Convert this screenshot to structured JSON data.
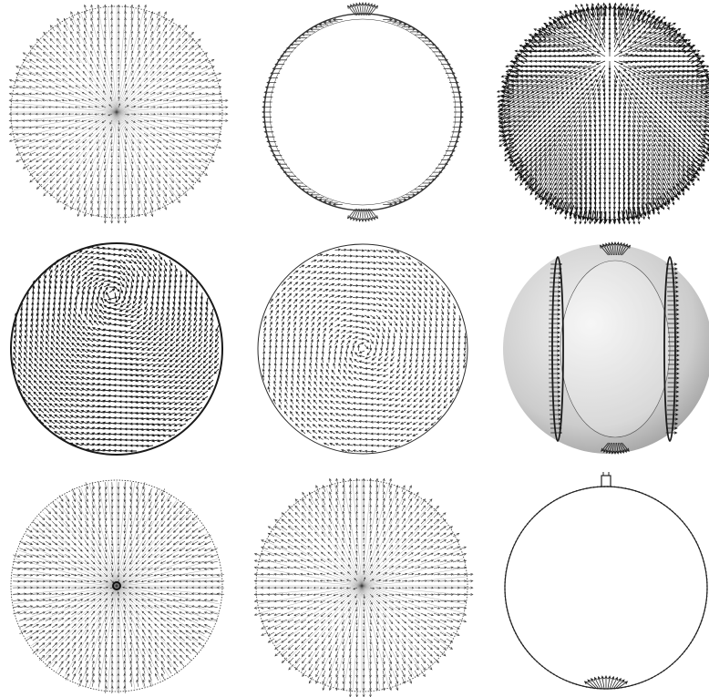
{
  "figure": {
    "panels": [
      {
        "id": "a",
        "kind": "radial-grid",
        "arrow_direction": "outward",
        "ink": "#444444",
        "density": "medium"
      },
      {
        "id": "b",
        "kind": "rim-ring",
        "arrow_direction": "outward",
        "ink": "#333333",
        "pole_fans": true
      },
      {
        "id": "c",
        "kind": "tilted-sphere",
        "arrow_direction": "outward",
        "ink": "#111111",
        "density": "dense"
      },
      {
        "id": "d",
        "kind": "swirl-sphere",
        "arrow_direction": "tangential",
        "ink": "#1a1a1a",
        "density": "dense"
      },
      {
        "id": "e",
        "kind": "swirl-centered",
        "arrow_direction": "tangential",
        "ink": "#2a2a2a",
        "density": "medium"
      },
      {
        "id": "f",
        "kind": "shaded-band",
        "arrow_direction": "outward",
        "ink": "#1a1a1a",
        "shade": "#cfcfcf"
      },
      {
        "id": "g",
        "kind": "radial-grid",
        "arrow_direction": "inward",
        "ink": "#333333",
        "center_knot": true
      },
      {
        "id": "h",
        "kind": "radial-grid",
        "arrow_direction": "outward",
        "ink": "#3a3a3a",
        "density": "medium"
      },
      {
        "id": "i",
        "kind": "thin-ring",
        "arrow_direction": "along",
        "ink": "#222222",
        "pole_fans": true
      }
    ]
  }
}
